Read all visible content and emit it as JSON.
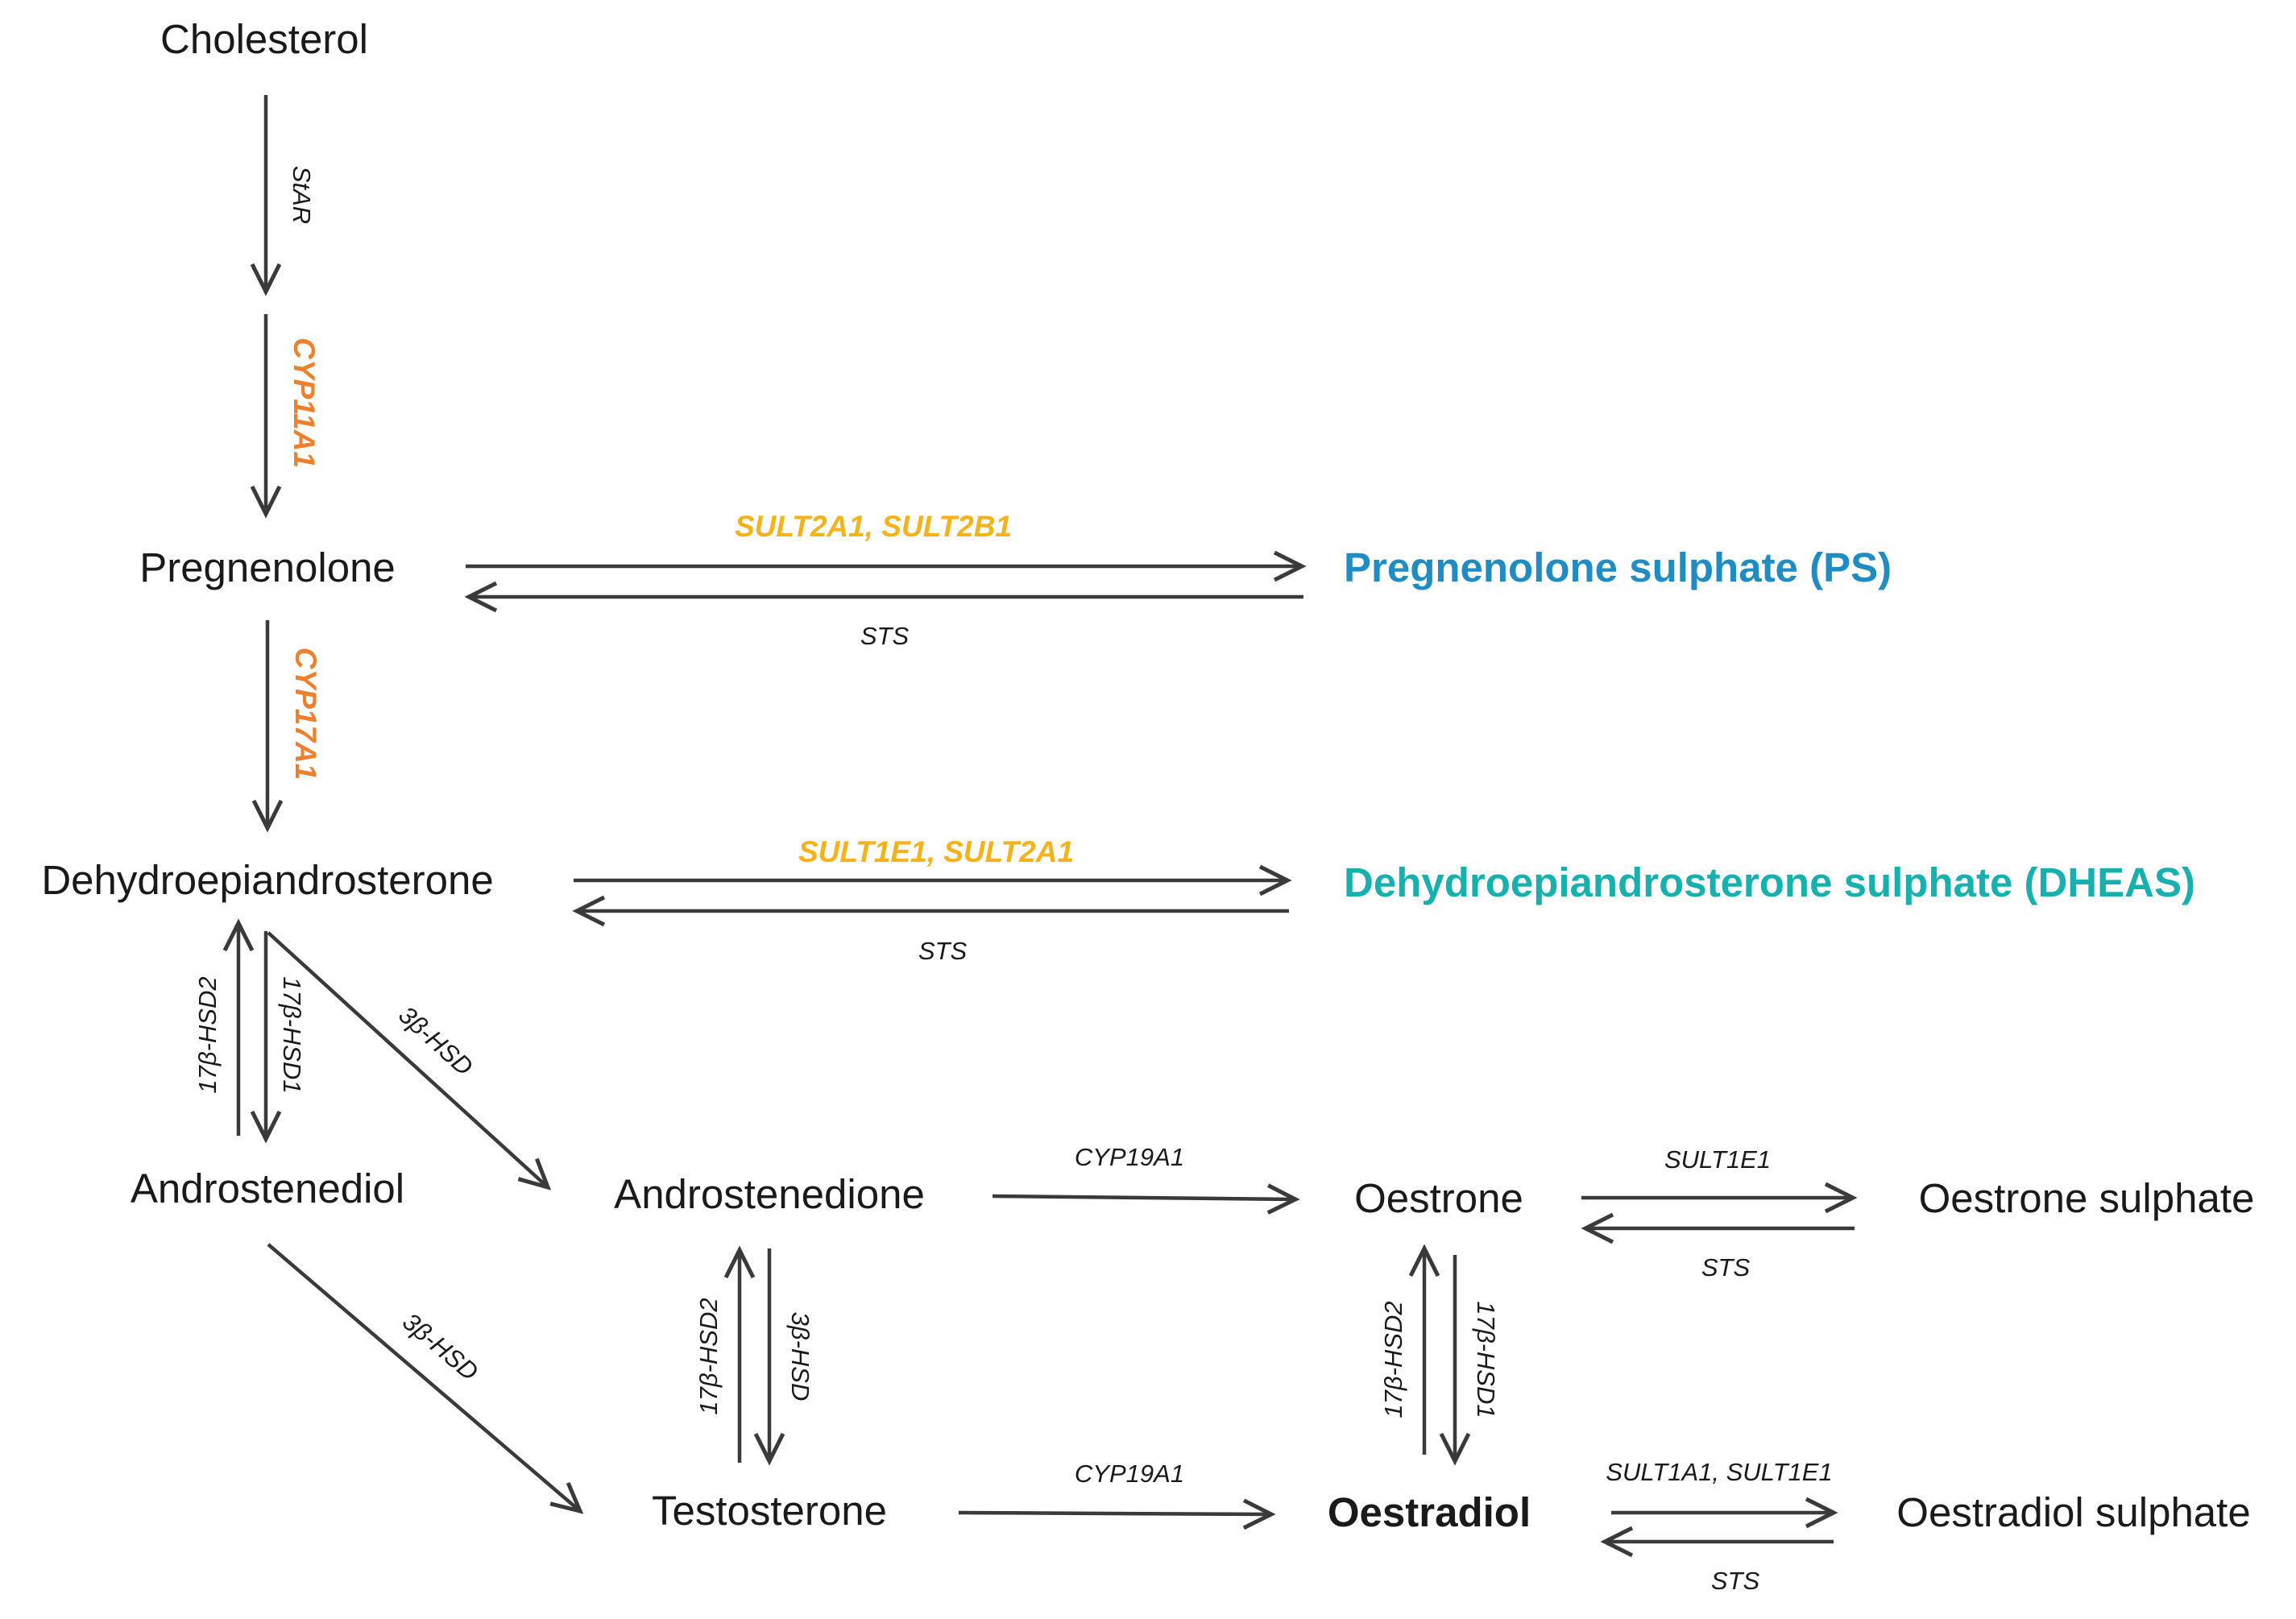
{
  "nodes": {
    "cholesterol": "Cholesterol",
    "pregnenolone": "Pregnenolone",
    "pregnenolone_sulphate": "Pregnenolone sulphate (PS)",
    "dhea": "Dehydroepiandrosterone",
    "dheas": "Dehydroepiandrosterone sulphate (DHEAS)",
    "androstenediol": "Androstenediol",
    "androstenedione": "Androstenedione",
    "oestrone": "Oestrone",
    "oestrone_sulphate": "Oestrone sulphate",
    "testosterone": "Testosterone",
    "oestradiol": "Oestradiol",
    "oestradiol_sulphate": "Oestradiol sulphate"
  },
  "enzymes": {
    "star": "StAR",
    "cyp11a1": "CYP11A1",
    "cyp17a1": "CYP17A1",
    "sult_preg": "SULT2A1, SULT2B1",
    "sts_preg": "STS",
    "sult_dhea": "SULT1E1, SULT2A1",
    "sts_dhea": "STS",
    "hsd2_dhea": "17β-HSD2",
    "hsd1_dhea": "17β-HSD1",
    "hsd3_dhea": "3β-HSD",
    "hsd3_adiol": "3β-HSD",
    "cyp19_top": "CYP19A1",
    "cyp19_bottom": "CYP19A1",
    "hsd2_andro": "17β-HSD2",
    "hsd3_andro": "3β-HSD",
    "hsd2_oestrone": "17β-HSD2",
    "hsd1_oestrone": "17β-HSD1",
    "sult_oestrone": "SULT1E1",
    "sts_oestrone": "STS",
    "sult_oestradiol": "SULT1A1, SULT1E1",
    "sts_oestradiol": "STS"
  },
  "colors": {
    "arrow": "#3a3a3a",
    "text": "#1a1a1a",
    "enzyme_orange": "#ee7f2d",
    "enzyme_yellow": "#f5b21b",
    "ps_blue": "#1f8dc4",
    "dheas_teal": "#16b1ae"
  }
}
